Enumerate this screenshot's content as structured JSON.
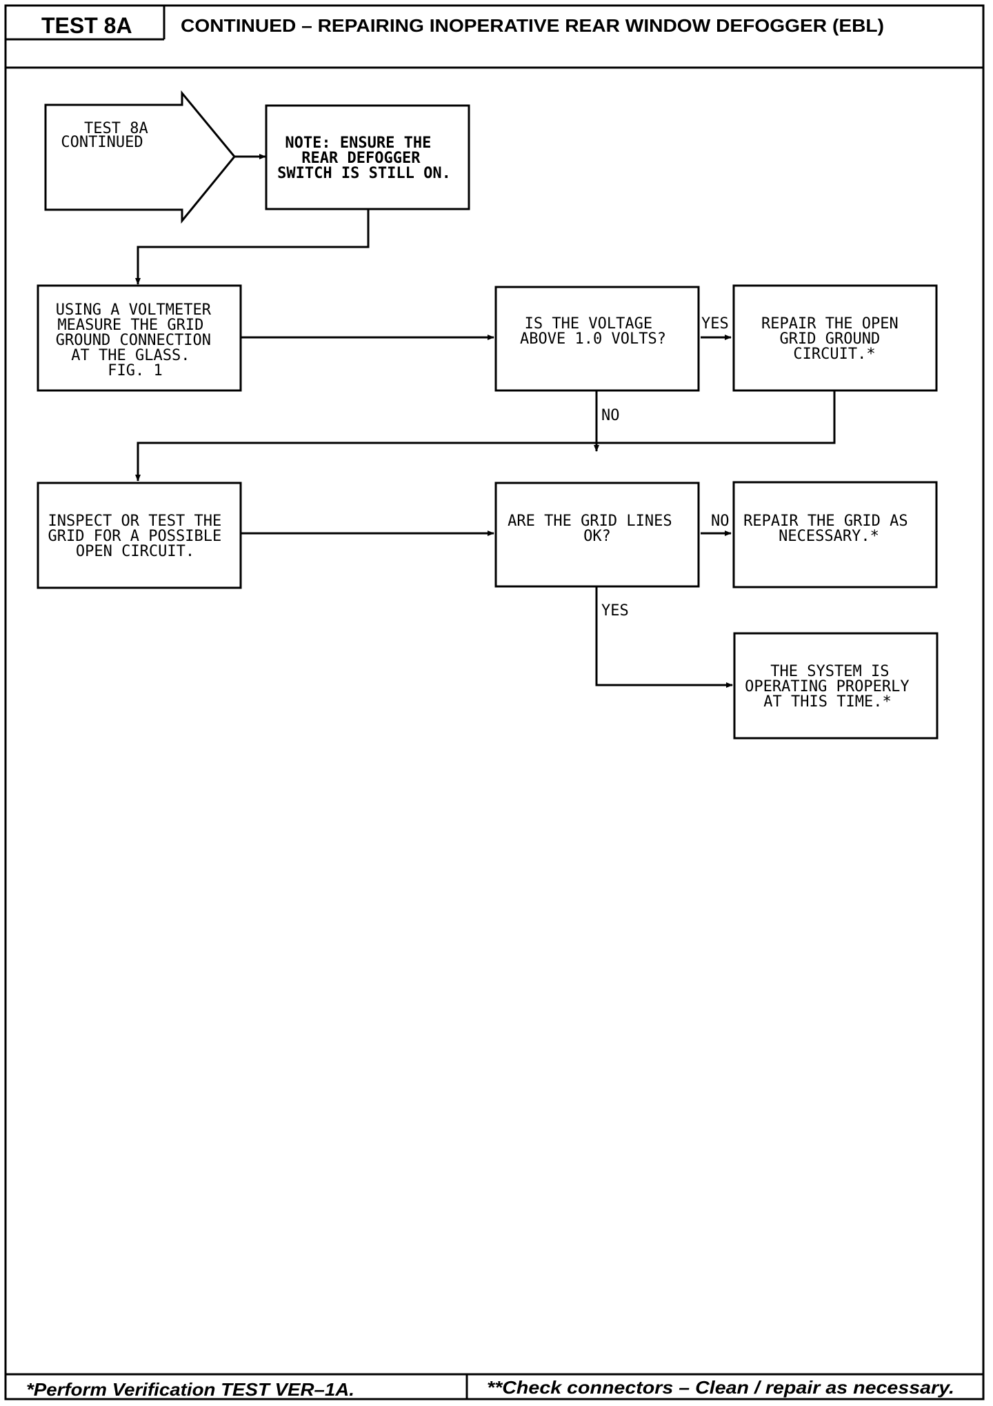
{
  "header": {
    "test_label": "TEST 8A",
    "title": "CONTINUED – REPAIRING INOPERATIVE REAR WINDOW DEFOGGER (EBL)"
  },
  "flowchart": {
    "start": {
      "lines": [
        "TEST 8A",
        "CONTINUED"
      ]
    },
    "note": {
      "lines": [
        "NOTE: ENSURE THE",
        "REAR DEFOGGER",
        "SWITCH IS STILL ON."
      ]
    },
    "measure": {
      "lines": [
        "USING A VOLTMETER",
        "MEASURE THE GRID",
        "GROUND CONNECTION",
        "AT THE GLASS.",
        "FIG. 1"
      ]
    },
    "voltage_question": {
      "lines": [
        "IS THE VOLTAGE",
        "ABOVE 1.0 VOLTS?"
      ]
    },
    "repair_ground": {
      "lines": [
        "REPAIR THE OPEN",
        "GRID GROUND",
        "CIRCUIT.*"
      ]
    },
    "inspect": {
      "lines": [
        "INSPECT OR TEST THE",
        "GRID FOR A POSSIBLE",
        "OPEN CIRCUIT."
      ]
    },
    "grid_question": {
      "lines": [
        "ARE THE GRID LINES",
        "OK?"
      ]
    },
    "repair_grid": {
      "lines": [
        "REPAIR THE GRID AS",
        "NECESSARY.*"
      ]
    },
    "system_ok": {
      "lines": [
        "THE SYSTEM IS",
        "OPERATING PROPERLY",
        "AT THIS TIME.*"
      ]
    },
    "labels": {
      "voltage_yes": "YES",
      "voltage_no": "NO",
      "grid_no": "NO",
      "grid_yes": "YES"
    }
  },
  "footer": {
    "left": "*Perform Verification TEST VER–1A.",
    "right": "**Check connectors – Clean / repair as necessary."
  }
}
